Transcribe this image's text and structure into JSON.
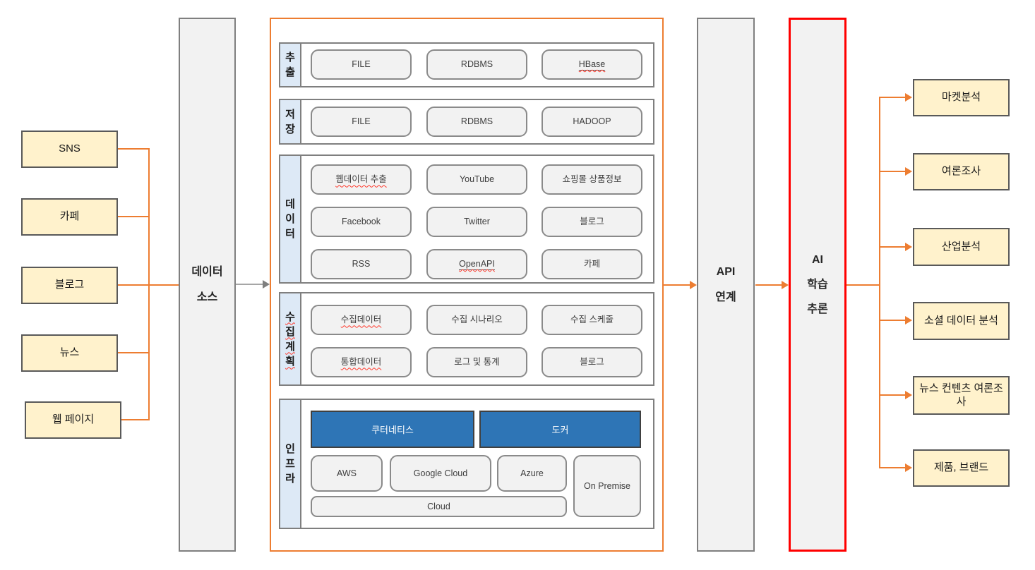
{
  "colors": {
    "accent_orange": "#ED7D31",
    "accent_red": "#FF0000",
    "source_box_yellow": "#FFF2CC",
    "column_gray": "#F2F2F2",
    "infra_blue": "#2E75B6",
    "section_label_blue": "#DDE9F6"
  },
  "left_sources": [
    "SNS",
    "카페",
    "블로그",
    "뉴스",
    "웹 페이지"
  ],
  "data_source": {
    "lines": [
      "데이터",
      "소스"
    ]
  },
  "pipeline": {
    "extract": {
      "label": "추출",
      "items": [
        "FILE",
        "RDBMS",
        "HBase"
      ]
    },
    "store": {
      "label": "저장",
      "items": [
        "FILE",
        "RDBMS",
        "HADOOP"
      ]
    },
    "data": {
      "label": "데이터",
      "rows": [
        [
          "웹데이터 추출",
          "YouTube",
          "쇼핑몰 상품정보"
        ],
        [
          "Facebook",
          "Twitter",
          "블로그"
        ],
        [
          "RSS",
          "OpenAPI",
          "카페"
        ]
      ]
    },
    "plan": {
      "label": "수집계획",
      "rows": [
        [
          "수집데이터",
          "수집 시나리오",
          "수집 스케줄"
        ],
        [
          "통합데이터",
          "로그 및 통계",
          "블로그"
        ]
      ]
    },
    "infra": {
      "label": "인프라",
      "platforms": [
        "쿠터네티스",
        "도커"
      ],
      "clouds": [
        "AWS",
        "Google Cloud",
        "Azure"
      ],
      "cloud_wide": "Cloud",
      "on_premise": "On Premise"
    }
  },
  "api": {
    "lines": [
      "API",
      "연계"
    ]
  },
  "ai": {
    "lines": [
      "AI",
      "학습",
      "추론"
    ]
  },
  "outputs": [
    "마켓분석",
    "여론조사",
    "산업분석",
    "소셜 데이터 분석",
    "뉴스 컨텐츠 여론조사",
    "제품, 브랜드"
  ]
}
